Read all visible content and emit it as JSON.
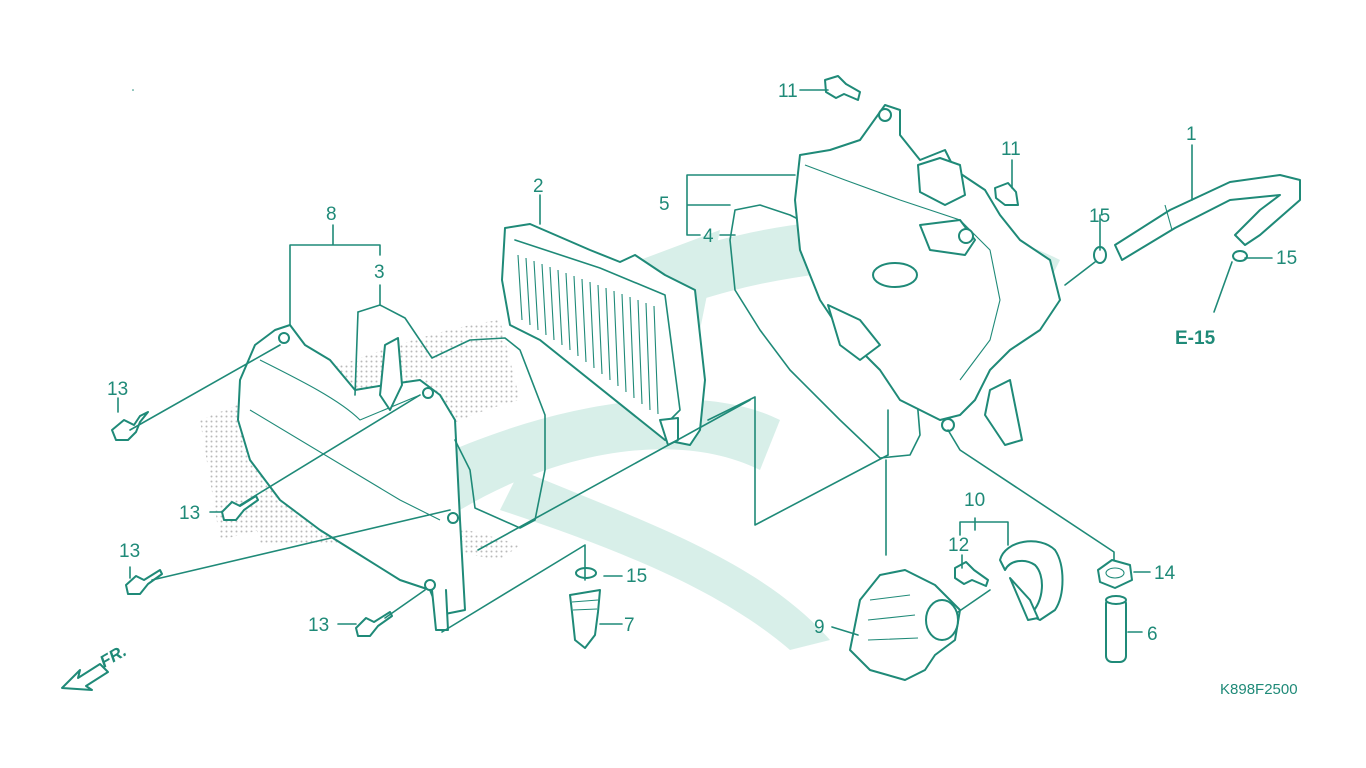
{
  "diagram": {
    "callouts": [
      {
        "id": "c1",
        "text": "1"
      },
      {
        "id": "c2",
        "text": "2"
      },
      {
        "id": "c3",
        "text": "3"
      },
      {
        "id": "c4",
        "text": "4"
      },
      {
        "id": "c5",
        "text": "5"
      },
      {
        "id": "c6",
        "text": "6"
      },
      {
        "id": "c7",
        "text": "7"
      },
      {
        "id": "c8",
        "text": "8"
      },
      {
        "id": "c9",
        "text": "9"
      },
      {
        "id": "c10",
        "text": "10"
      },
      {
        "id": "c11a",
        "text": "11"
      },
      {
        "id": "c11b",
        "text": "11"
      },
      {
        "id": "c12",
        "text": "12"
      },
      {
        "id": "c13a",
        "text": "13"
      },
      {
        "id": "c13b",
        "text": "13"
      },
      {
        "id": "c13c",
        "text": "13"
      },
      {
        "id": "c13d",
        "text": "13"
      },
      {
        "id": "c14",
        "text": "14"
      },
      {
        "id": "c15a",
        "text": "15"
      },
      {
        "id": "c15b",
        "text": "15"
      },
      {
        "id": "c15c",
        "text": "15"
      }
    ],
    "reference": "E-15",
    "front_marker": "FR.",
    "drawing_code": "K898F2500",
    "line_color": "#1f8a78",
    "watermark_color": "#d8efe9"
  }
}
